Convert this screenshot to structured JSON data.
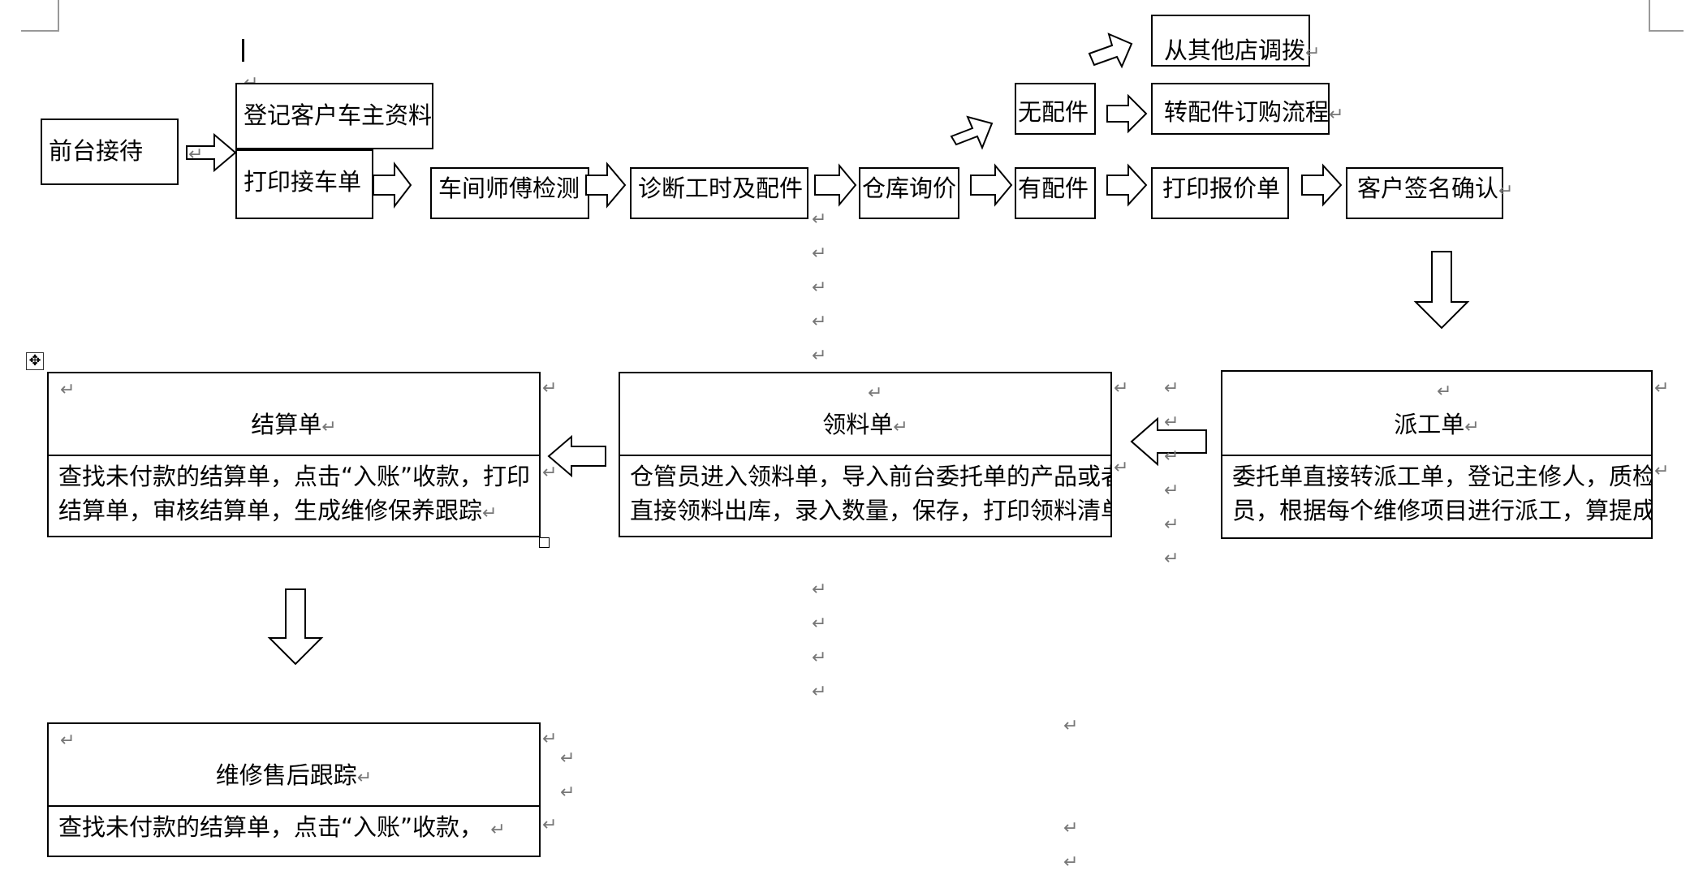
{
  "para_mark": "↵",
  "flow": {
    "reception": "前台接待",
    "register": "登记客户车主资料",
    "print_receipt": "打印接车单",
    "inspect": "车间师傅检测",
    "diagnose": "诊断工时及配件",
    "warehouse": "仓库询价",
    "no_parts": "无配件",
    "has_parts": "有配件",
    "transfer": "从其他店调拨",
    "order_flow": "转配件订购流程",
    "print_quote": "打印报价单",
    "confirm": "客户签名确认"
  },
  "tables": {
    "dispatch": {
      "title": "派工单",
      "body_line1": "委托单直接转派工单，登记主修人，质检",
      "body_line2": "员，根据每个维修项目进行派工，算提成"
    },
    "materials": {
      "title": "领料单",
      "body_line1": "仓管员进入领料单，导入前台委托单的产品或者",
      "body_line2": "直接领料出库，录入数量，保存，打印领料清单"
    },
    "settlement": {
      "title": "结算单",
      "body_line1": "查找未付款的结算单，点击“入账”收款，打印",
      "body_line2": "结算单，审核结算单，生成维修保养跟踪"
    },
    "aftersales": {
      "title": "维修售后跟踪",
      "body_line1": "查找未付款的结算单，点击“入账”收款，"
    }
  },
  "icons": {
    "move_handle": "table-move-handle-icon",
    "arrow": "hollow-arrow-icon",
    "cursor": "text-cursor-icon"
  },
  "colors": {
    "border": "#000000",
    "mark": "#777777",
    "background": "#ffffff"
  }
}
